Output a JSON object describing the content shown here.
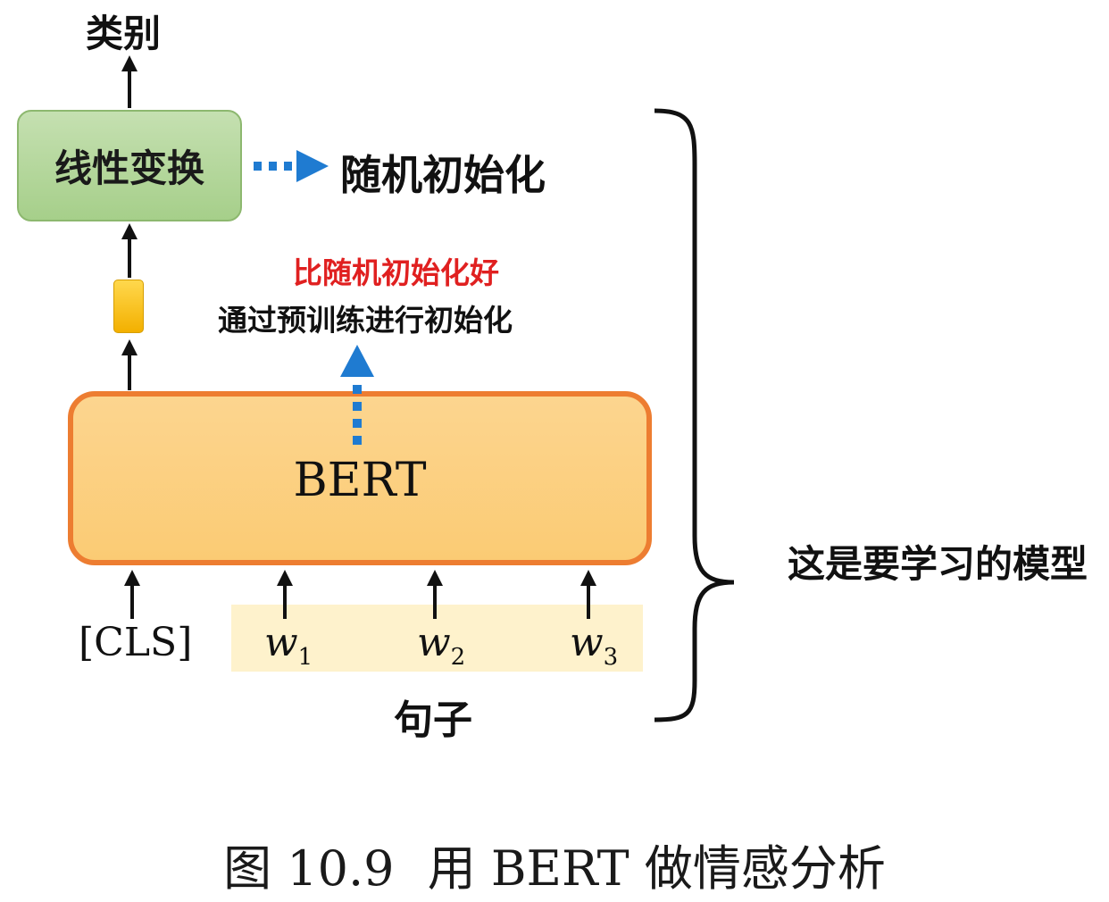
{
  "diagram": {
    "output_label": "类别",
    "linear_layer_label": "线性变换",
    "random_init_label": "随机初始化",
    "better_label": "比随机初始化好",
    "pretrain_label": "通过预训练进行初始化",
    "bert_label": "BERT",
    "cls_token": "[CLS]",
    "tokens": [
      {
        "base": "w",
        "sub": "1"
      },
      {
        "base": "w",
        "sub": "2"
      },
      {
        "base": "w",
        "sub": "3"
      }
    ],
    "sentence_label": "句子",
    "model_label": "这是要学习的模型"
  },
  "caption": {
    "figure_no": "图 10.9",
    "text": "用 BERT 做情感分析"
  },
  "colors": {
    "linear_fill": "#a9d18e",
    "bert_fill": "#fcd27f",
    "bert_border": "#ed7d31",
    "vector_fill": "#f5b800",
    "sentence_fill": "#fef2cc",
    "dotted_arrow": "#1f7bd1",
    "highlight_text": "#e02020"
  }
}
